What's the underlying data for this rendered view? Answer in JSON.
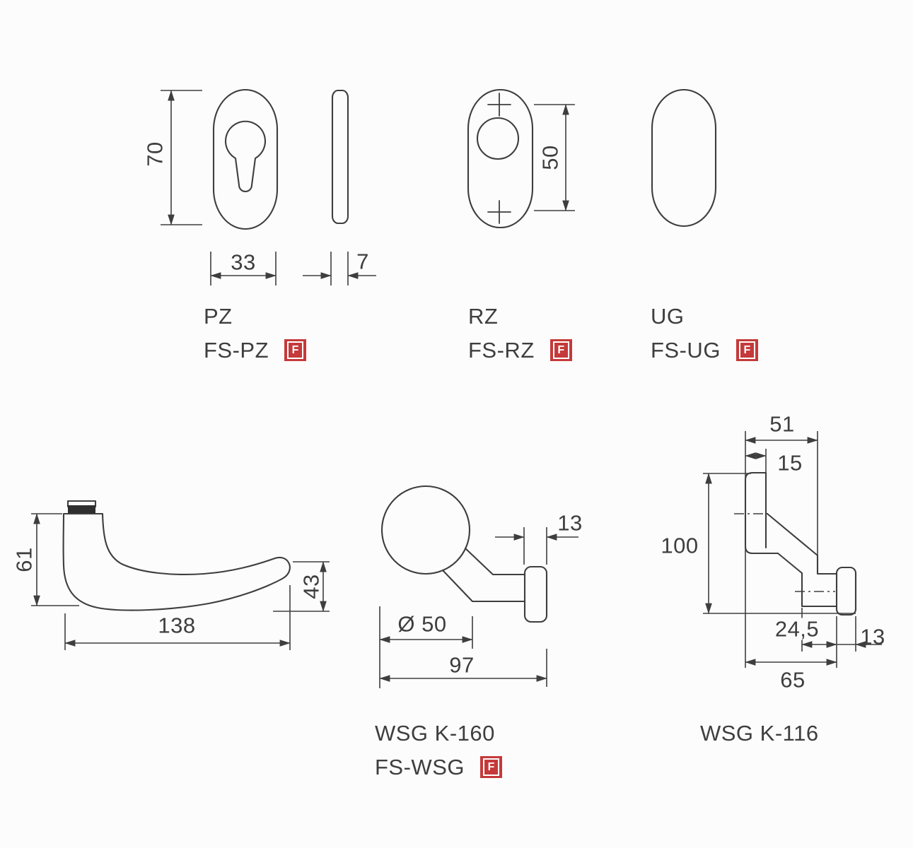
{
  "drawing": {
    "line_color": "#3e3e3e",
    "background": "#fcfcfc",
    "badge_color": "#c5393a"
  },
  "escutcheons": {
    "pz": {
      "name": "PZ",
      "fs_name": "FS-PZ",
      "badge": "F",
      "dims": {
        "height": "70",
        "width": "33",
        "thickness": "7"
      }
    },
    "rz": {
      "name": "RZ",
      "fs_name": "FS-RZ",
      "badge": "F",
      "dims": {
        "hole_spacing": "50"
      }
    },
    "ug": {
      "name": "UG",
      "fs_name": "FS-UG",
      "badge": "F"
    }
  },
  "handles": {
    "lever": {
      "dims": {
        "height": "61",
        "tip_height": "43",
        "length": "138"
      }
    },
    "knob": {
      "name": "WSG K-160",
      "fs_name": "FS-WSG",
      "badge": "F",
      "dims": {
        "diameter": "Ø 50",
        "flange_thickness": "13",
        "projection": "97"
      }
    },
    "hook": {
      "name": "WSG K-116",
      "dims": {
        "top_width": "51",
        "plate_depth": "15",
        "height": "100",
        "foot_offset": "24,5",
        "flange_thickness": "13",
        "base_width": "65"
      }
    }
  }
}
